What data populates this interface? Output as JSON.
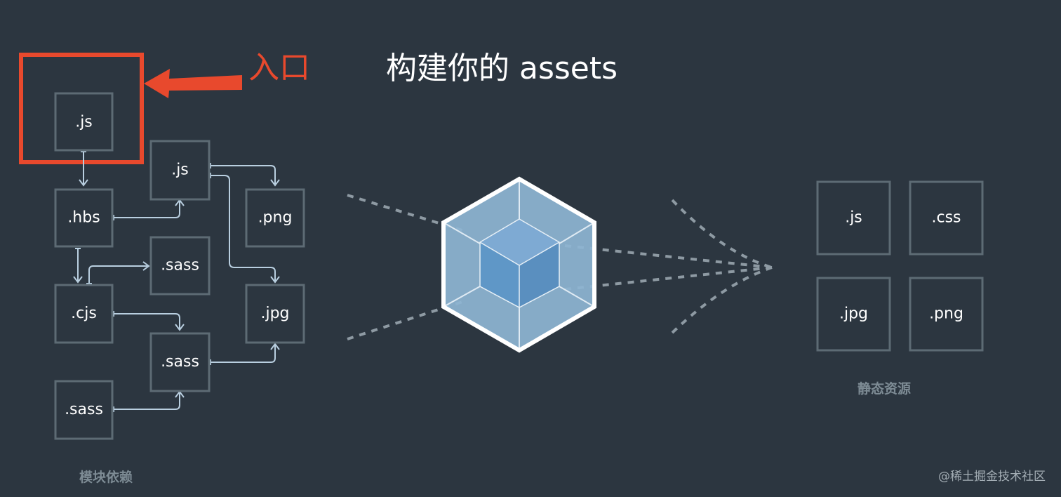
{
  "title": "构建你的 assets",
  "entry_label": "入口",
  "module_deps": {
    "caption": "模块依赖",
    "nodes": [
      {
        "id": "entry-js",
        "label": ".js"
      },
      {
        "id": "js2",
        "label": ".js"
      },
      {
        "id": "hbs",
        "label": ".hbs"
      },
      {
        "id": "png",
        "label": ".png"
      },
      {
        "id": "sass1",
        "label": ".sass"
      },
      {
        "id": "cjs",
        "label": ".cjs"
      },
      {
        "id": "jpg",
        "label": ".jpg"
      },
      {
        "id": "sass2",
        "label": ".sass"
      },
      {
        "id": "sass3",
        "label": ".sass"
      }
    ],
    "edges": [
      {
        "from": "entry-js",
        "to": "hbs"
      },
      {
        "from": "hbs",
        "to": "js2"
      },
      {
        "from": "js2",
        "to": "png"
      },
      {
        "from": "js2",
        "to": "jpg"
      },
      {
        "from": "hbs",
        "to": "cjs"
      },
      {
        "from": "cjs",
        "to": "sass1"
      },
      {
        "from": "cjs",
        "to": "sass2"
      },
      {
        "from": "sass2",
        "to": "jpg"
      },
      {
        "from": "sass3",
        "to": "sass2"
      }
    ]
  },
  "static_assets": {
    "caption": "静态资源",
    "items": [
      ".js",
      ".css",
      ".jpg",
      ".png"
    ]
  },
  "watermark": "@稀土掘金技术社区",
  "colors": {
    "background": "#2c3640",
    "entry_highlight": "#e8492d",
    "edge": "#b9cfe0",
    "box_border": "#5d6b74",
    "cube_outer": "#8eb5d2",
    "cube_inner": "#5f97c7"
  },
  "icon": "webpack-cube-icon"
}
